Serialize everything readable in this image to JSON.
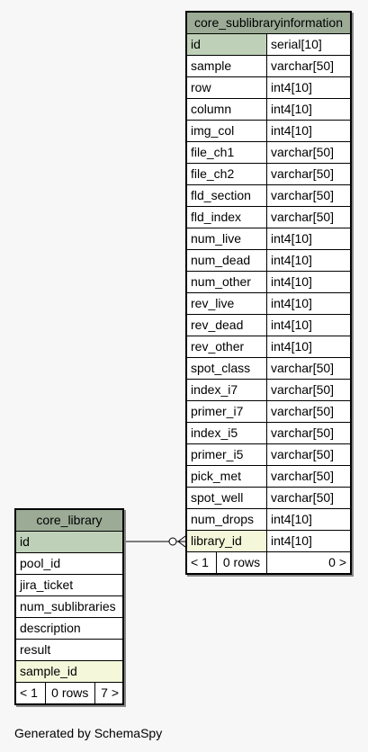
{
  "main_table": {
    "title": "core_sublibraryinformation",
    "columns": [
      {
        "name": "id",
        "type": "serial[10]",
        "kind": "pk"
      },
      {
        "name": "sample",
        "type": "varchar[50]",
        "kind": ""
      },
      {
        "name": "row",
        "type": "int4[10]",
        "kind": ""
      },
      {
        "name": "column",
        "type": "int4[10]",
        "kind": ""
      },
      {
        "name": "img_col",
        "type": "int4[10]",
        "kind": ""
      },
      {
        "name": "file_ch1",
        "type": "varchar[50]",
        "kind": ""
      },
      {
        "name": "file_ch2",
        "type": "varchar[50]",
        "kind": ""
      },
      {
        "name": "fld_section",
        "type": "varchar[50]",
        "kind": ""
      },
      {
        "name": "fld_index",
        "type": "varchar[50]",
        "kind": ""
      },
      {
        "name": "num_live",
        "type": "int4[10]",
        "kind": ""
      },
      {
        "name": "num_dead",
        "type": "int4[10]",
        "kind": ""
      },
      {
        "name": "num_other",
        "type": "int4[10]",
        "kind": ""
      },
      {
        "name": "rev_live",
        "type": "int4[10]",
        "kind": ""
      },
      {
        "name": "rev_dead",
        "type": "int4[10]",
        "kind": ""
      },
      {
        "name": "rev_other",
        "type": "int4[10]",
        "kind": ""
      },
      {
        "name": "spot_class",
        "type": "varchar[50]",
        "kind": ""
      },
      {
        "name": "index_i7",
        "type": "varchar[50]",
        "kind": ""
      },
      {
        "name": "primer_i7",
        "type": "varchar[50]",
        "kind": ""
      },
      {
        "name": "index_i5",
        "type": "varchar[50]",
        "kind": ""
      },
      {
        "name": "primer_i5",
        "type": "varchar[50]",
        "kind": ""
      },
      {
        "name": "pick_met",
        "type": "varchar[50]",
        "kind": ""
      },
      {
        "name": "spot_well",
        "type": "varchar[50]",
        "kind": ""
      },
      {
        "name": "num_drops",
        "type": "int4[10]",
        "kind": ""
      },
      {
        "name": "library_id",
        "type": "int4[10]",
        "kind": "fk"
      }
    ],
    "footer": {
      "parents": "< 1",
      "rows": "0 rows",
      "children": "0 >"
    }
  },
  "library_table": {
    "title": "core_library",
    "columns": [
      {
        "name": "id",
        "kind": "pk"
      },
      {
        "name": "pool_id",
        "kind": ""
      },
      {
        "name": "jira_ticket",
        "kind": ""
      },
      {
        "name": "num_sublibraries",
        "kind": ""
      },
      {
        "name": "description",
        "kind": ""
      },
      {
        "name": "result",
        "kind": ""
      },
      {
        "name": "sample_id",
        "kind": "fk"
      }
    ],
    "footer": {
      "parents": "< 1",
      "rows": "0 rows",
      "children": "7 >"
    }
  },
  "footer_text": "Generated by SchemaSpy",
  "colors": {
    "title_bg": "#9bab96",
    "pk_bg": "#bed1b8",
    "fk_bg": "#f4f7da",
    "background": "#f7f7f7"
  }
}
